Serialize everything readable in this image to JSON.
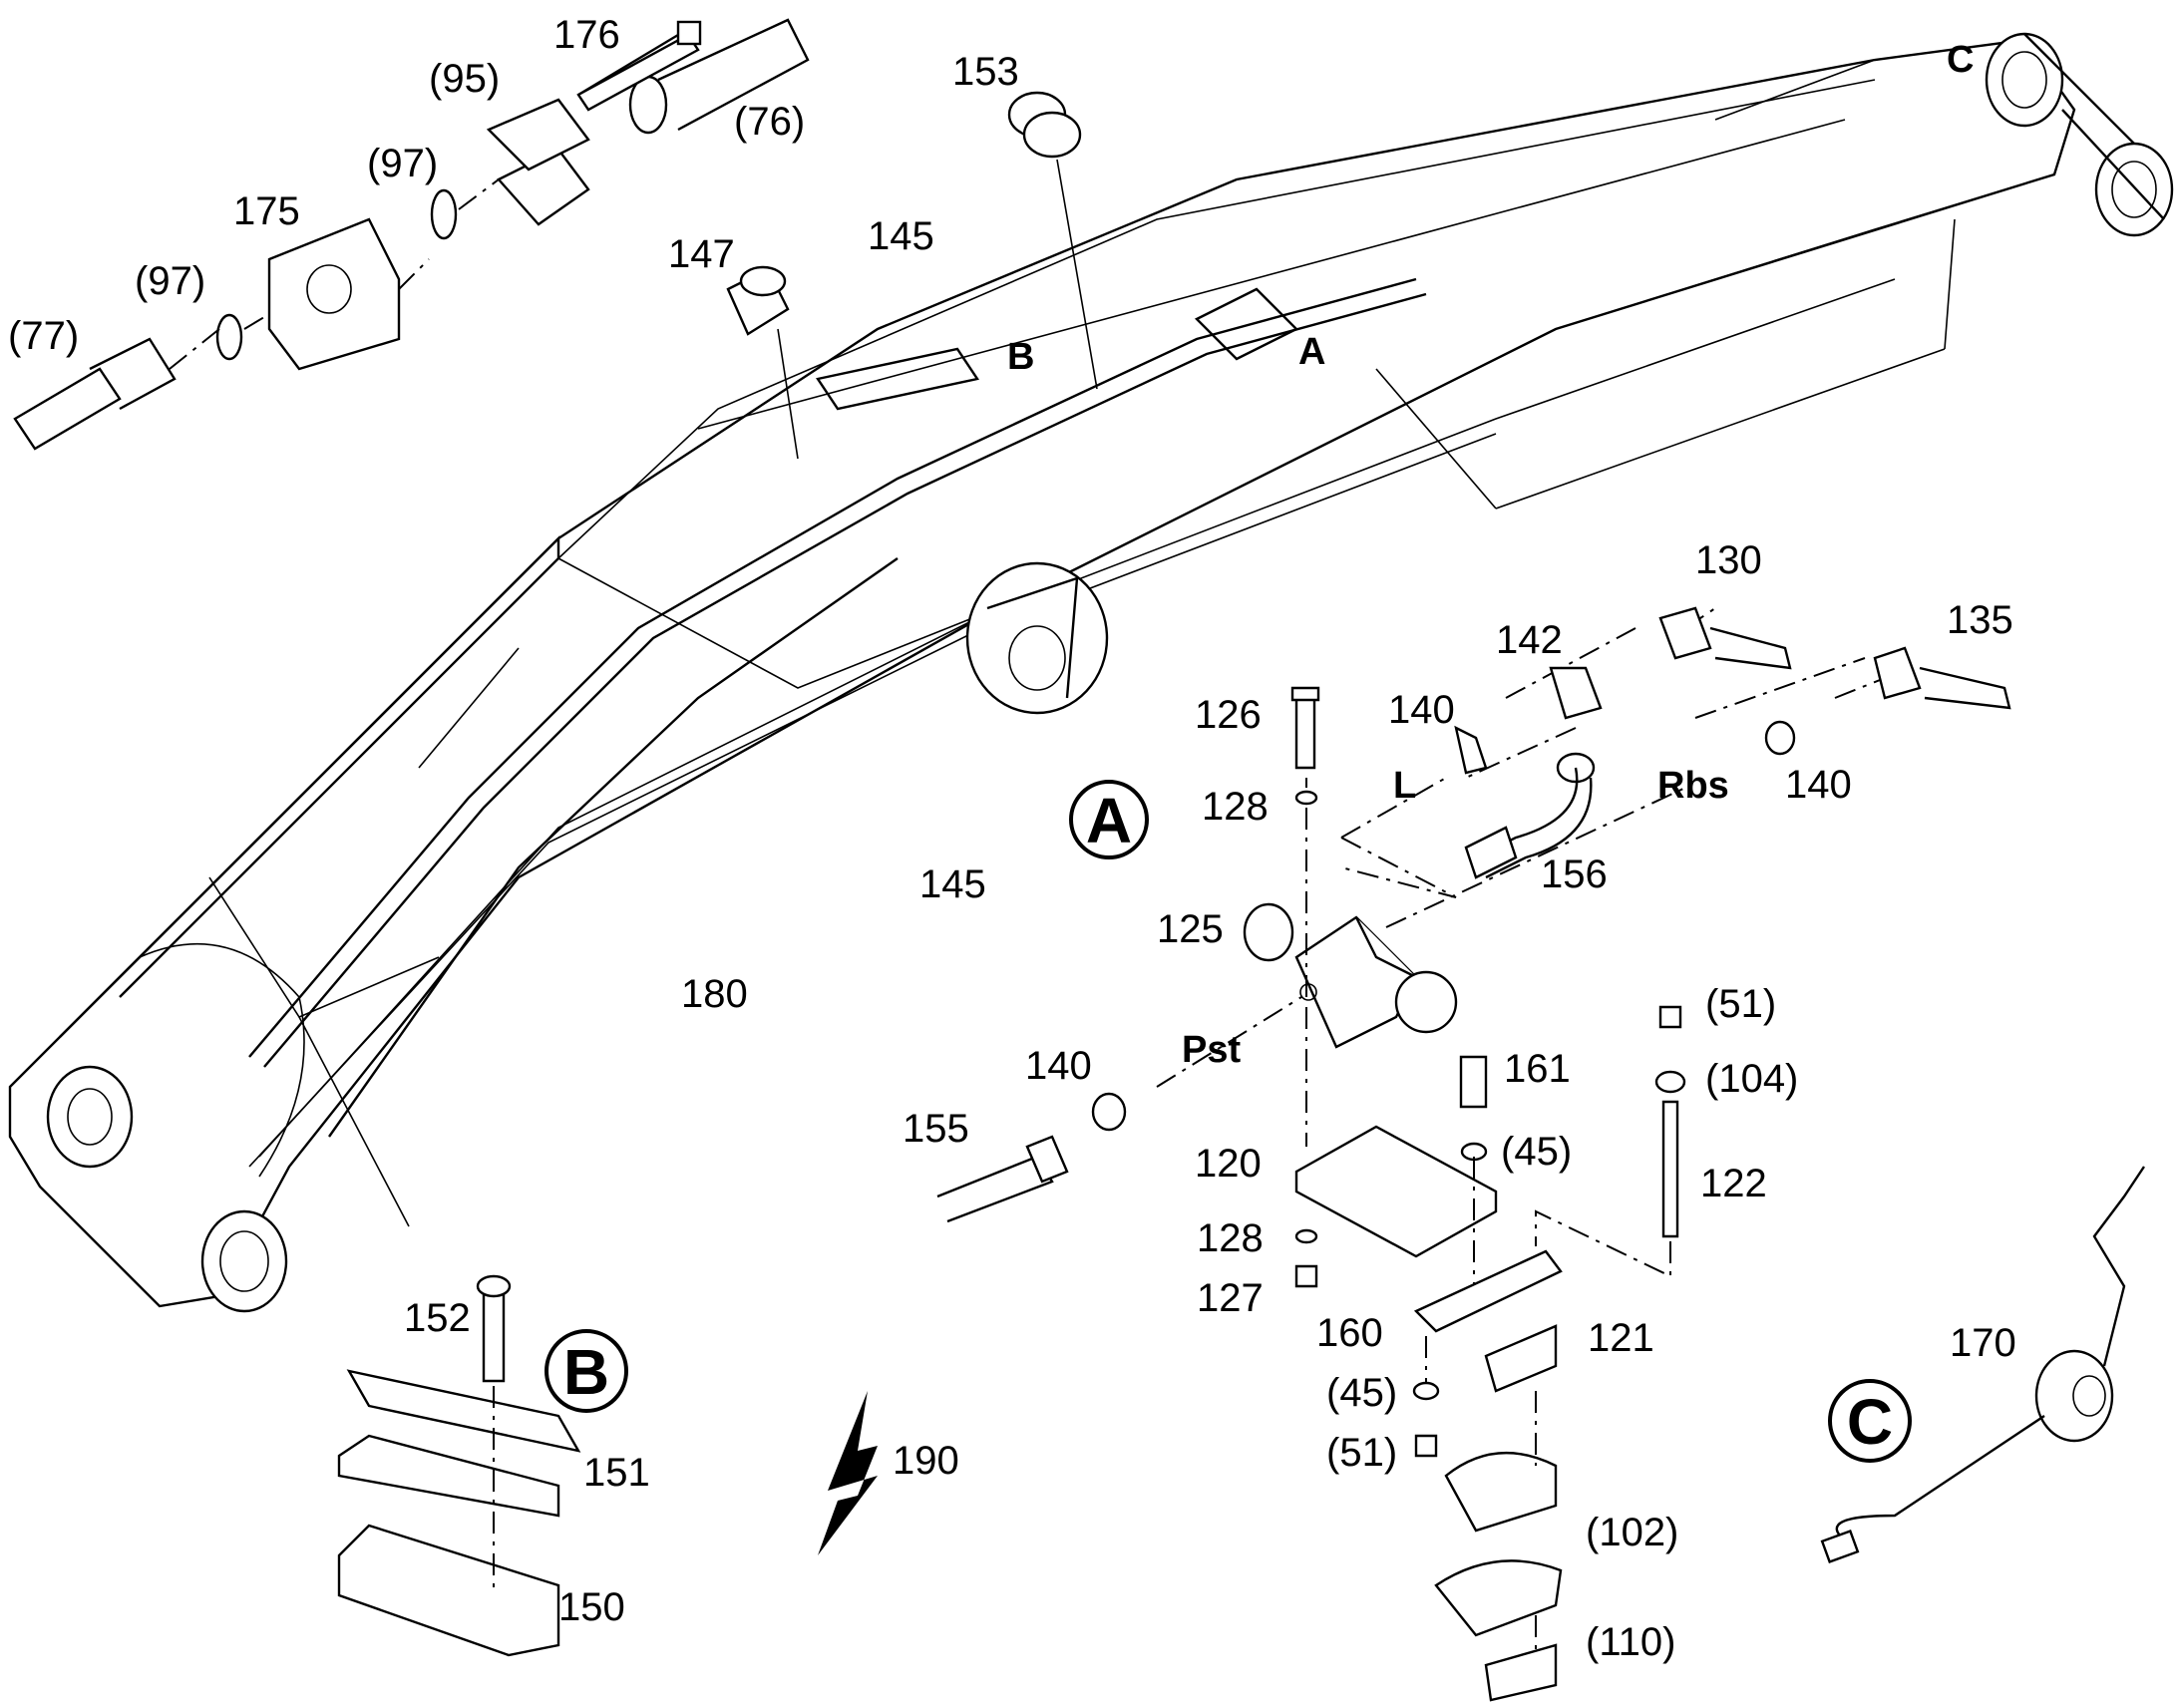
{
  "callouts": {
    "A": "A",
    "B": "B",
    "C": "C"
  },
  "ports": {
    "L": "L",
    "Rbs": "Rbs",
    "Pst": "Pst",
    "boom_A": "A",
    "boom_B": "B",
    "boom_C": "C"
  },
  "labels": {
    "p176": "176",
    "p95": "(95)",
    "p76": "(76)",
    "p97a": "(97)",
    "p175": "175",
    "p97b": "(97)",
    "p77": "(77)",
    "p153": "153",
    "p145a": "145",
    "p147": "147",
    "p145b": "145",
    "p180": "180",
    "p130": "130",
    "p142": "142",
    "p135": "135",
    "p126": "126",
    "p140a": "140",
    "p128a": "128",
    "p156": "156",
    "p140b": "140",
    "p125": "125",
    "p51a": "(51)",
    "p104": "(104)",
    "p140c": "140",
    "p161": "161",
    "p155": "155",
    "p45a": "(45)",
    "p120": "120",
    "p122": "122",
    "p128b": "128",
    "p127": "127",
    "p160": "160",
    "p121": "121",
    "p45b": "(45)",
    "p51b": "(51)",
    "p102": "(102)",
    "p110": "(110)",
    "p152": "152",
    "p151": "151",
    "p150": "150",
    "p190": "190",
    "p170": "170"
  }
}
